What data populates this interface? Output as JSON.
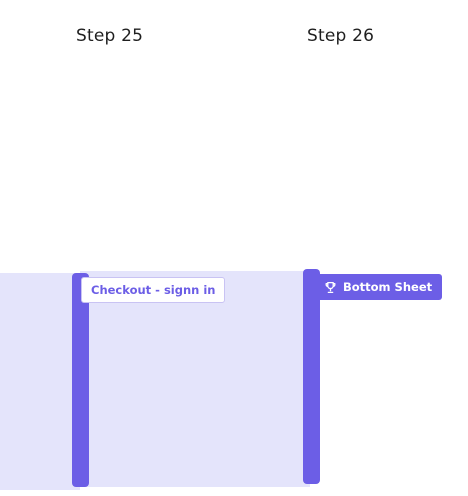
{
  "steps": [
    {
      "label": "Step 25",
      "tag": {
        "text": "Checkout - signn in",
        "style": "outlined",
        "icon": ""
      }
    },
    {
      "label": "Step 26",
      "tag": {
        "text": "Bottom Sheet",
        "style": "filled",
        "icon": "trophy-icon"
      }
    }
  ],
  "colors": {
    "accent": "#6c5ee6",
    "panel": "#e4e4fb",
    "text": "#1f1f1f",
    "background": "#ffffff"
  }
}
